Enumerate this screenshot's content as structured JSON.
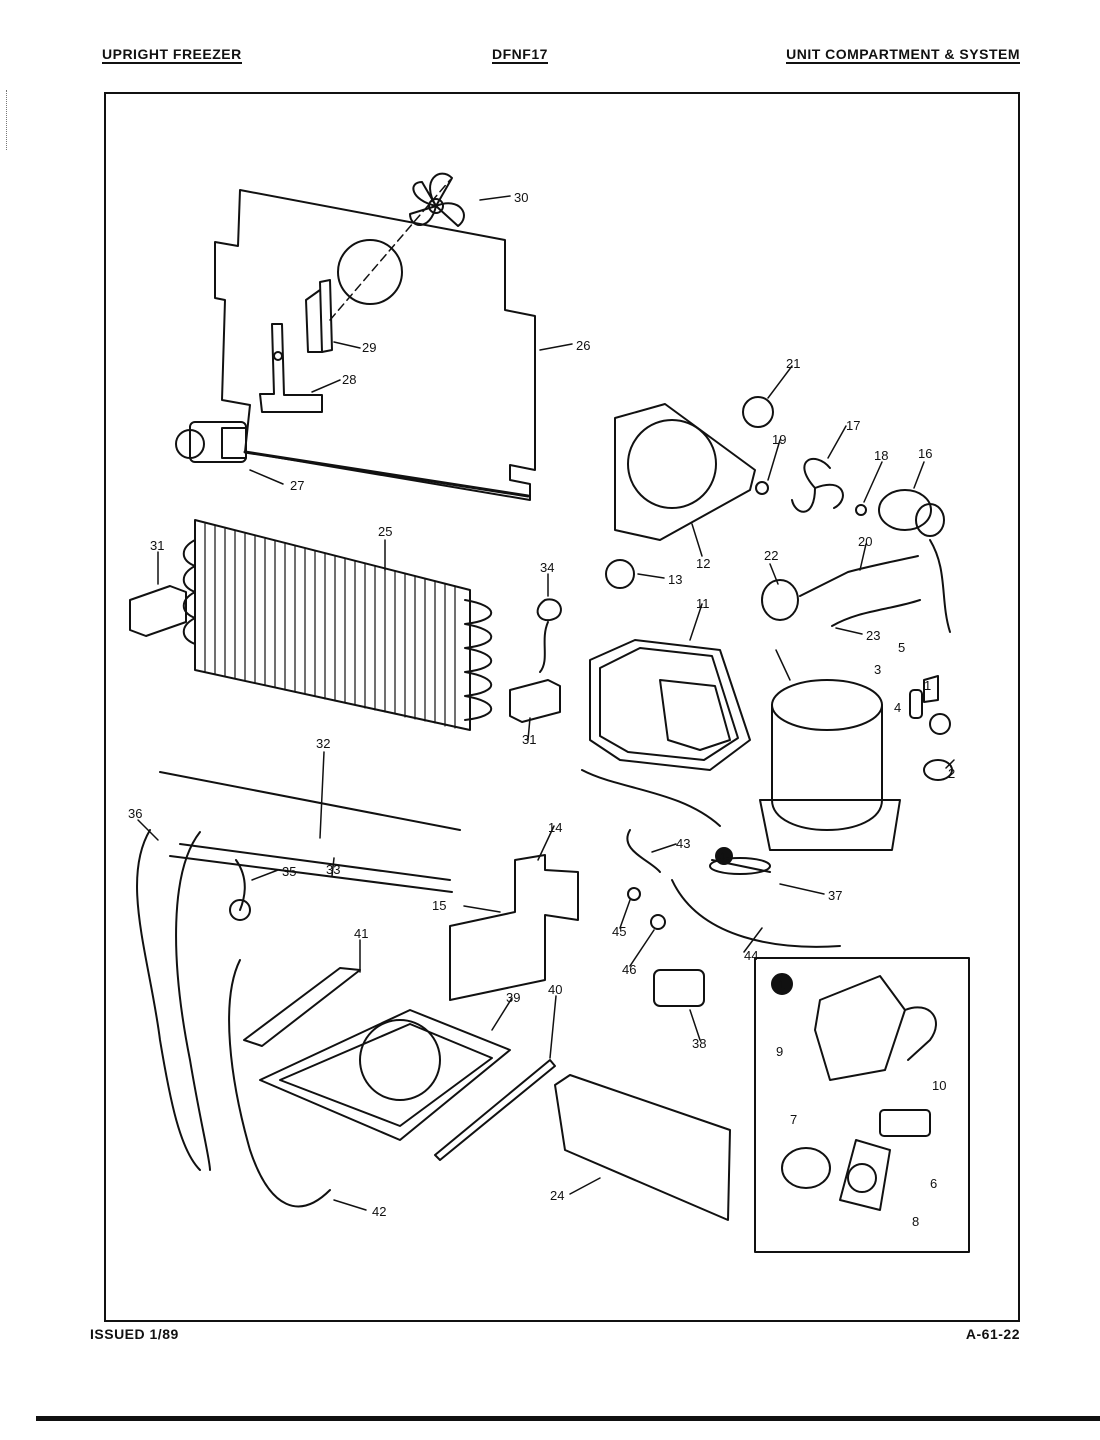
{
  "header": {
    "left": "UPRIGHT FREEZER",
    "center": "DFNF17",
    "right": "UNIT COMPARTMENT & SYSTEM"
  },
  "footer": {
    "left": "ISSUED 1/89",
    "right": "A-61-22"
  },
  "callouts": [
    "1",
    "2",
    "3",
    "4",
    "5",
    "6",
    "7",
    "8",
    "9",
    "10",
    "11",
    "12",
    "13",
    "14",
    "15",
    "16",
    "17",
    "18",
    "19",
    "20",
    "21",
    "22",
    "23",
    "24",
    "25",
    "26",
    "27",
    "28",
    "29",
    "30",
    "31",
    "32",
    "33",
    "34",
    "35",
    "36",
    "37",
    "38",
    "39",
    "40",
    "41",
    "42",
    "43",
    "44",
    "45",
    "46"
  ],
  "inset_marker": "1"
}
